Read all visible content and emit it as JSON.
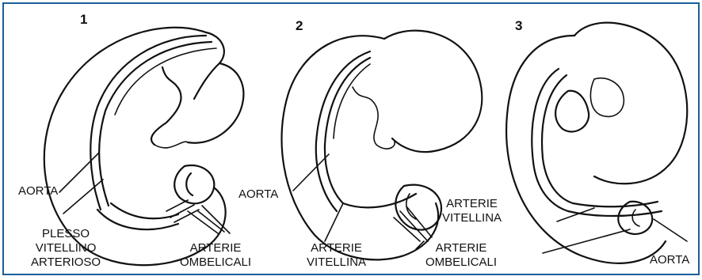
{
  "panels": [
    {
      "number": "1",
      "labels": {
        "aorta": "AORTA",
        "plexus": [
          "PLESSO",
          "VITELLINO",
          "ARTERIOSO"
        ],
        "umbilical": [
          "ARTERIE",
          "OMBELICALI"
        ]
      }
    },
    {
      "number": "2",
      "labels": {
        "aorta": "AORTA",
        "vitelline": [
          "ARTERIE",
          "VITELLINA"
        ],
        "umbilical": [
          "ARTERIE",
          "OMBELICALI"
        ]
      }
    },
    {
      "number": "3",
      "labels": {
        "vitelline": [
          "ARTERIE",
          "VITELLINA"
        ],
        "aorta": "AORTA"
      }
    }
  ],
  "colors": {
    "frame": "#1a5e9a",
    "line_art": "#111111"
  }
}
